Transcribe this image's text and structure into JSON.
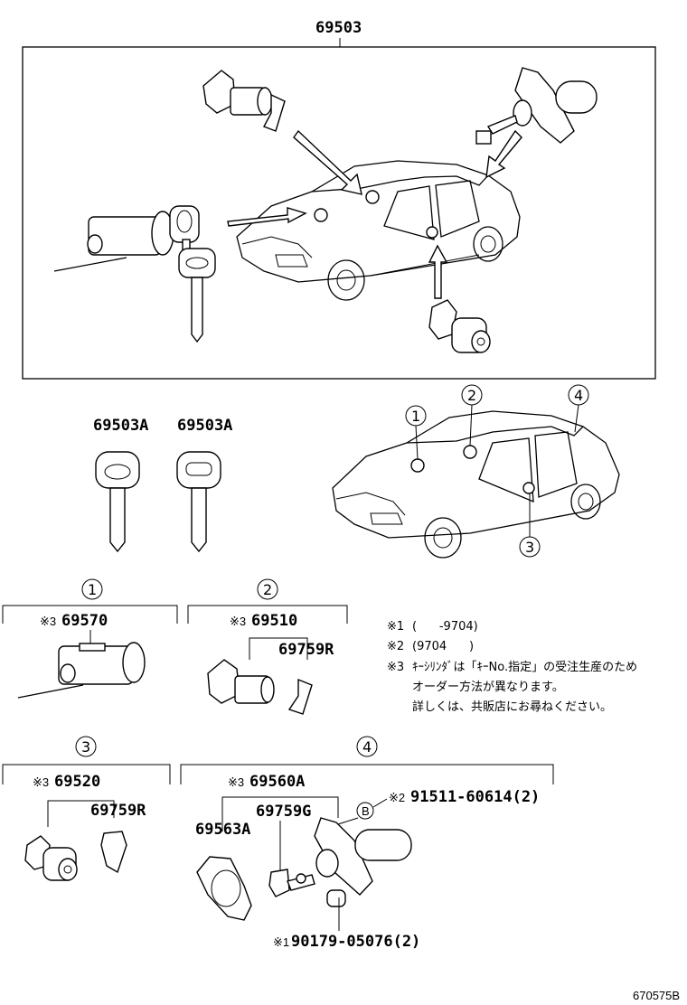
{
  "labels": {
    "main": "69503",
    "key_a": "69503A",
    "key_b": "69503A",
    "g1_part": "69570",
    "g2_part": "69510",
    "g2_sub": "69759R",
    "g3_part": "69520",
    "g3_sub": "69759R",
    "g4_part": "69560A",
    "g4_sub_g": "69759G",
    "g4_sub_a": "69563A",
    "g4_bolt": "91511-60614(2)",
    "g4_nut": "90179-05076(2)",
    "bolt_marker": "B",
    "ref_code": "670575B"
  },
  "marks": {
    "m1": "※1",
    "m2": "※2",
    "m3": "※3"
  },
  "callouts": {
    "c1": "1",
    "c2": "2",
    "c3": "3",
    "c4": "4"
  },
  "notes": {
    "n1_mark": "※1",
    "n1_text": "(      -9704)",
    "n2_mark": "※2",
    "n2_text": "(9704      )",
    "n3_mark": "※3",
    "n3_line1": "ｷｰｼﾘﾝﾀﾞは「ｷｰNo.指定」の受注生産のため",
    "n3_line2": "オーダー方法が異なります。",
    "n3_line3": "詳しくは、共販店にお尋ねください。"
  }
}
